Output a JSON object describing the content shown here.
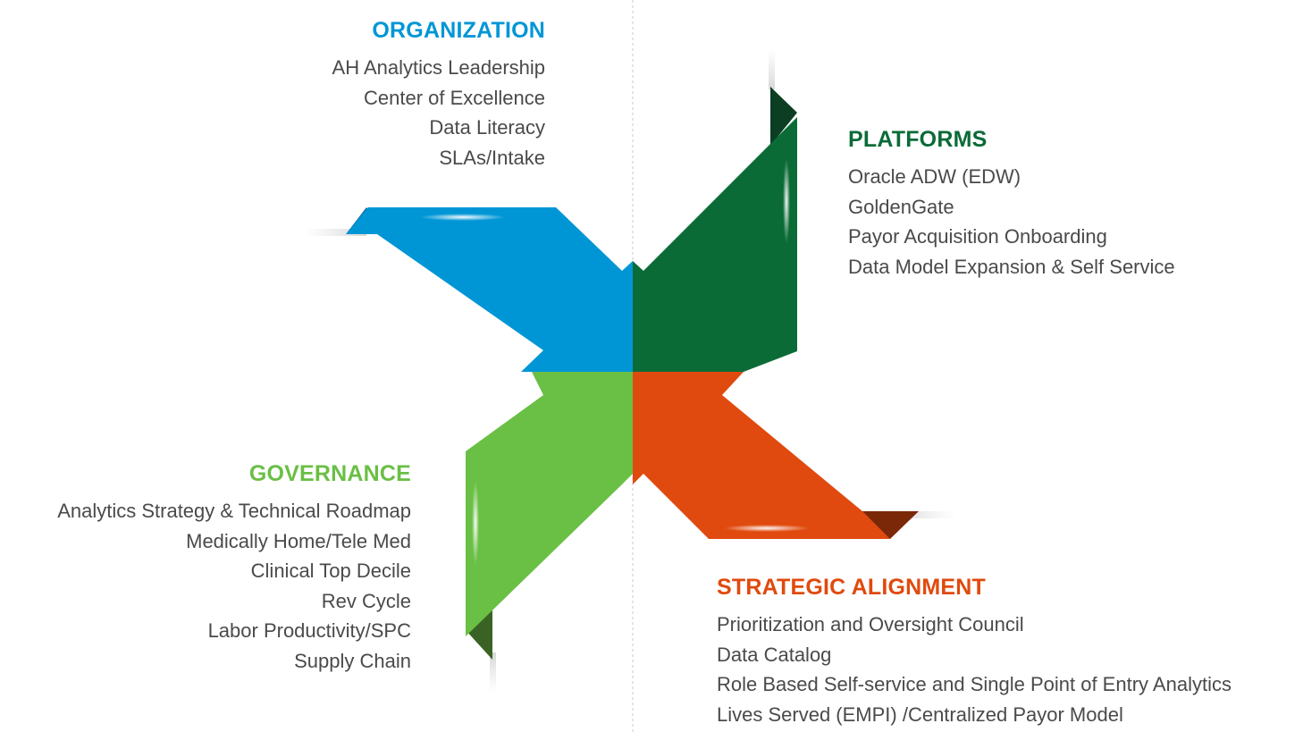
{
  "colors": {
    "organization": "#0096d6",
    "platforms": "#0b6b37",
    "governance": "#6abf45",
    "strategic_alignment": "#e04a0e"
  },
  "quadrants": {
    "organization": {
      "title": "ORGANIZATION",
      "items": [
        "AH Analytics Leadership",
        "Center of Excellence",
        "Data Literacy",
        "SLAs/Intake"
      ]
    },
    "platforms": {
      "title": "PLATFORMS",
      "items": [
        "Oracle ADW (EDW)",
        "GoldenGate",
        "Payor Acquisition Onboarding",
        "Data Model Expansion & Self Service"
      ]
    },
    "governance": {
      "title": "GOVERNANCE",
      "items": [
        "Analytics Strategy & Technical Roadmap",
        "Medically Home/Tele Med",
        "Clinical Top Decile",
        "Rev Cycle",
        "Labor Productivity/SPC",
        "Supply Chain"
      ]
    },
    "strategic_alignment": {
      "title": "STRATEGIC ALIGNMENT",
      "items": [
        "Prioritization and Oversight Council",
        "Data Catalog",
        "Role Based Self-service and Single Point of Entry Analytics",
        "Lives Served (EMPI) /Centralized Payor Model"
      ]
    }
  }
}
